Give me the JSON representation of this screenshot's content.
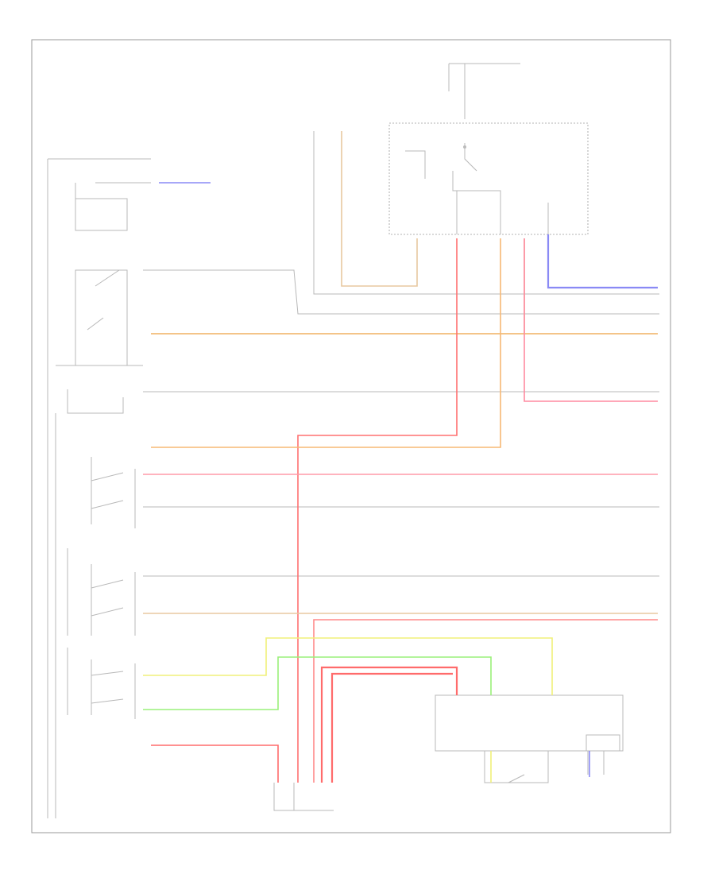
{
  "colors": {
    "red": "#ff6b6b",
    "pink": "#ff9aa8",
    "orange": "#f7b874",
    "tan": "#e8c8a0",
    "yellow": "#f0f07a",
    "green": "#9af07a",
    "blue": "#8a8af5",
    "gray": "#c8c8c8"
  },
  "labels": {
    "footer": "",
    "sw_cap": "",
    "conn_cap": "",
    "module_cap": "",
    "interior_cap": "",
    "body_cap": ""
  },
  "wires": [
    {
      "id": "bu-1",
      "color": "blue"
    },
    {
      "id": "or-1",
      "color": "orange"
    },
    {
      "id": "rd-1",
      "color": "red"
    },
    {
      "id": "pk-1",
      "color": "pink"
    },
    {
      "id": "tn-1",
      "color": "tan"
    },
    {
      "id": "ye-1",
      "color": "yellow"
    },
    {
      "id": "gn-1",
      "color": "green"
    },
    {
      "id": "rd-2",
      "color": "red"
    }
  ]
}
